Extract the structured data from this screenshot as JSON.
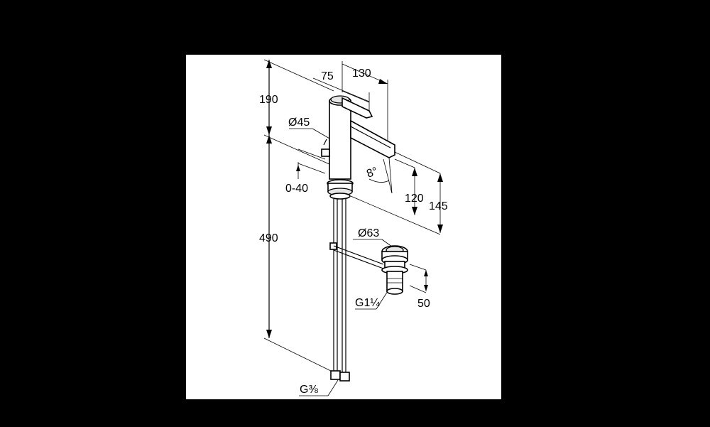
{
  "colors": {
    "background": "#000000",
    "sheet": "#ffffff",
    "ink": "#000000"
  },
  "dimensions": {
    "top_height": "190",
    "lower_height": "490",
    "lever_offset": "75",
    "spout_reach": "130",
    "body_diameter": "Ø45",
    "lift_rod_range": "0-40",
    "spout_angle": "8°",
    "spout_outlet_height": "120",
    "spout_total_height": "145",
    "waste_diameter": "Ø63",
    "waste_height": "50",
    "waste_thread": "G1¼",
    "supply_thread": "G⅜"
  }
}
